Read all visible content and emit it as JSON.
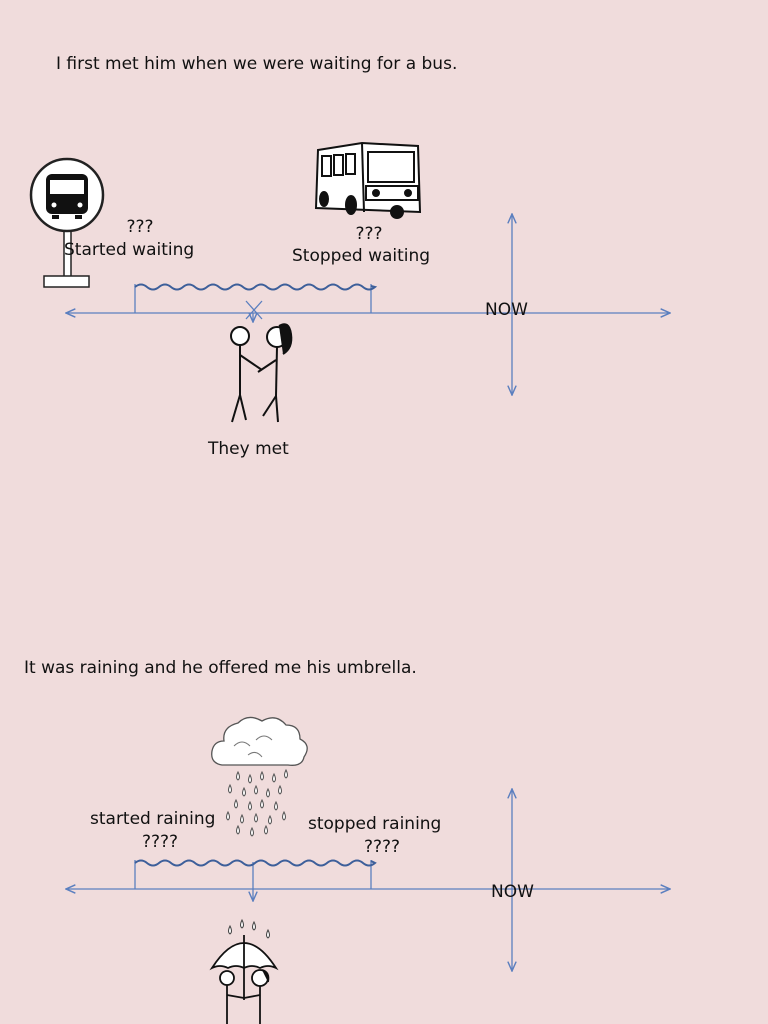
{
  "section1": {
    "sentence": "I first met him when we were waiting for a bus.",
    "start_unknown": "???",
    "start_label": "Started waiting",
    "end_unknown": "???",
    "end_label": "Stopped waiting",
    "now_label": "NOW",
    "event_label": "They met"
  },
  "section2": {
    "sentence": "It was raining and he offered me his umbrella.",
    "start_label": "started raining",
    "start_unknown": "????",
    "end_label": "stopped raining",
    "end_unknown": "????",
    "now_label": "NOW"
  },
  "colors": {
    "background": "#f0dcdc",
    "timeline": "#5b7fbf",
    "wave": "#3d5f9a",
    "ink": "#111111"
  },
  "icons": [
    "bus-stop-sign-icon",
    "bus-icon",
    "stick-figures-meeting-icon",
    "rain-cloud-icon",
    "umbrella-figure-icon"
  ]
}
